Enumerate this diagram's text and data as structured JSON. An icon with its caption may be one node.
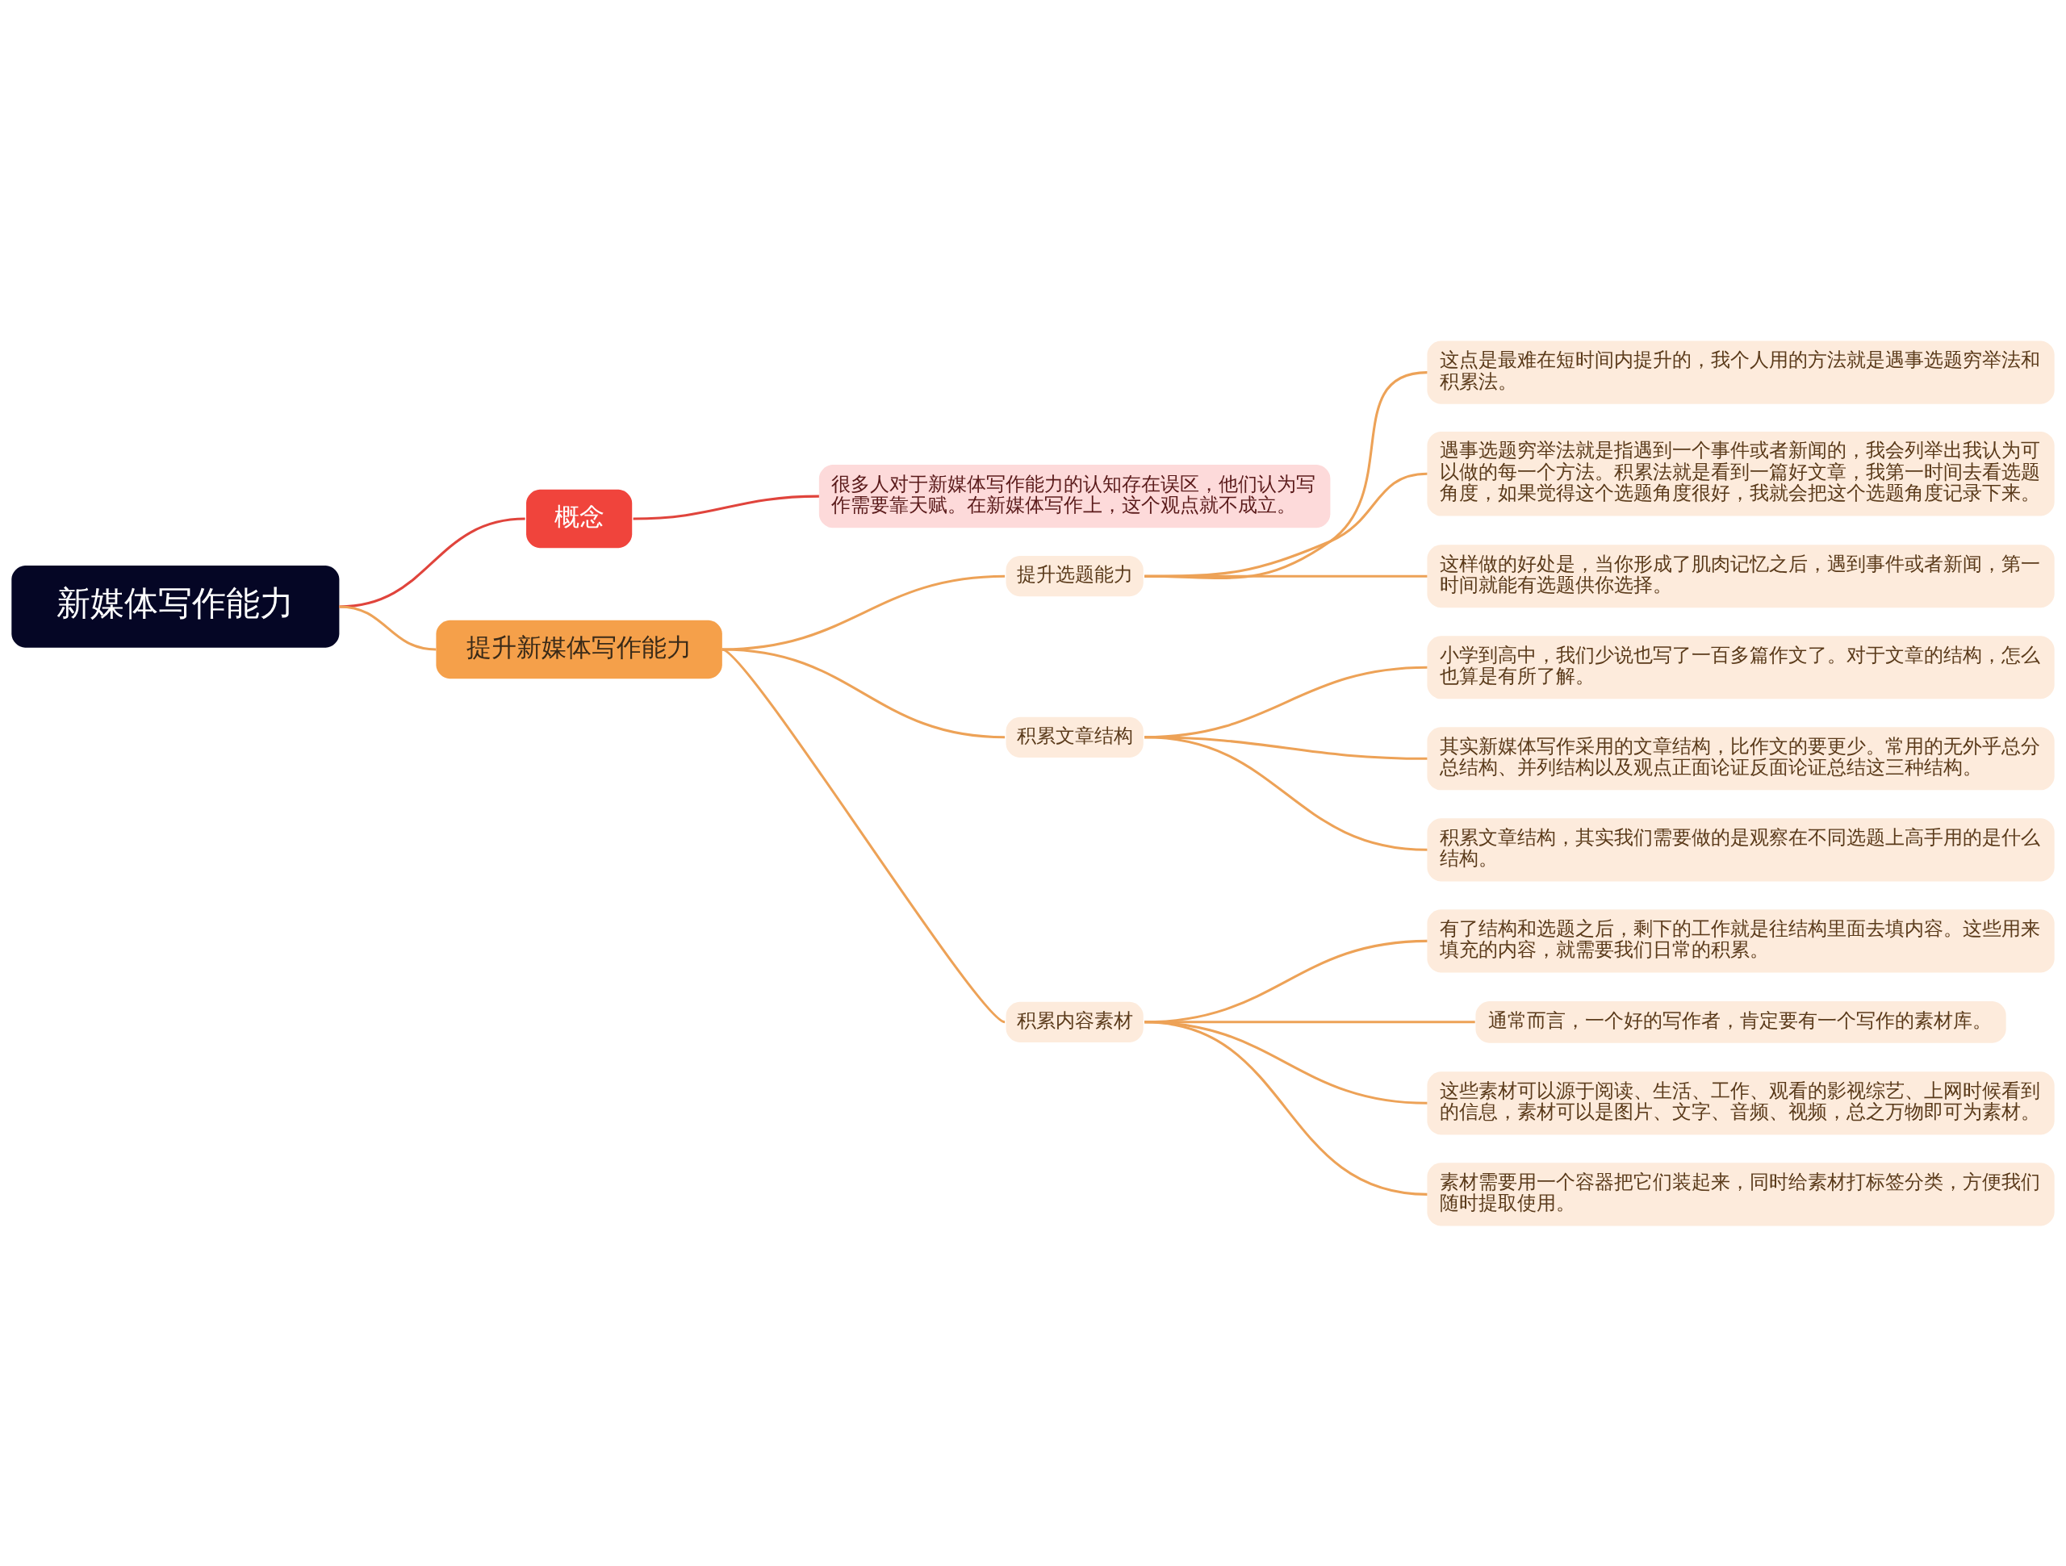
{
  "diagram": {
    "nodes": [
      {
        "text": [
          "新媒体写作能力"
        ]
      },
      {
        "text": [
          "概念"
        ]
      },
      {
        "text": [
          "很多人对于新媒体写作能力的认知存在误区，他们认为写作需要靠天赋。在新媒体写作上，这个观点就不成立。"
        ]
      },
      {
        "text": [
          "提升新媒体写作能力"
        ]
      },
      {
        "text": [
          "提升选题能力"
        ]
      },
      {
        "text": [
          "这点是最难在短时间内提升的，我个人用的方法就是遇事选题穷举法和积累法。"
        ]
      },
      {
        "text": [
          "遇事选题穷举法就是指遇到一个事件或者新闻的，我会列举出我认为可以做的每一个方法。积累法就是看到一篇好文章，我第一时间去看选题角度，如果觉得这个选题角度很好，我就会把这个选题角度记录下来。"
        ]
      },
      {
        "text": [
          "这样做的好处是，当你形成了肌肉记忆之后，遇到事件或者新闻，第一时间就能有选题供你选择。"
        ]
      },
      {
        "text": [
          "积累文章结构"
        ]
      },
      {
        "text": [
          "小学到高中，我们少说也写了一百多篇作文了。对于文章的结构，怎么也算是有所了解。"
        ]
      },
      {
        "text": [
          "其实新媒体写作采用的文章结构，比作文的要更少。常用的无外乎总分总结构、并列结构以及观点正面论证反面论证总结这三种结构。"
        ]
      },
      {
        "text": [
          "积累文章结构，其实我们需要做的是观察在不同选题上高手用的是什么结构。"
        ]
      },
      {
        "text": [
          "积累内容素材"
        ]
      },
      {
        "text": [
          "有了结构和选题之后，剩下的工作就是往结构里面去填内容。这些用来填充的内容，就需要我们日常的积累。"
        ]
      },
      {
        "text": [
          "通常而言，一个好的写作者，肯定要有一个写作的素材库。"
        ]
      },
      {
        "text": [
          "这些素材可以源于阅读、生活、工作、观看的影视综艺、上网时候看到的信息，素材可以是图片、文字、音频、视频，总之万物即可为素材。"
        ]
      },
      {
        "text": [
          "素材需要用一个容器把它们装起来，同时给素材打标签分类，方便我们随时提取使用。"
        ]
      }
    ],
    "edges": [
      {
        "from": 0,
        "to": 1,
        "arrow": "none",
        "color": "#e0443c"
      },
      {
        "from": 1,
        "to": 2,
        "arrow": "none",
        "color": "#e0443c"
      },
      {
        "from": 0,
        "to": 3,
        "arrow": "none"
      },
      {
        "from": 3,
        "to": 4,
        "arrow": "none"
      },
      {
        "from": 4,
        "to": 5,
        "arrow": "none"
      },
      {
        "from": 4,
        "to": 6,
        "arrow": "none"
      },
      {
        "from": 4,
        "to": 7,
        "arrow": "none"
      },
      {
        "from": 3,
        "to": 8,
        "arrow": "none"
      },
      {
        "from": 8,
        "to": 9,
        "arrow": "none"
      },
      {
        "from": 8,
        "to": 10,
        "arrow": "none"
      },
      {
        "from": 8,
        "to": 11,
        "arrow": "none"
      },
      {
        "from": 3,
        "to": 12,
        "arrow": "none"
      },
      {
        "from": 12,
        "to": 13,
        "arrow": "none"
      },
      {
        "from": 12,
        "to": 14,
        "arrow": "none"
      },
      {
        "from": 12,
        "to": 15,
        "arrow": "none"
      },
      {
        "from": 12,
        "to": 16,
        "arrow": "none"
      }
    ]
  }
}
